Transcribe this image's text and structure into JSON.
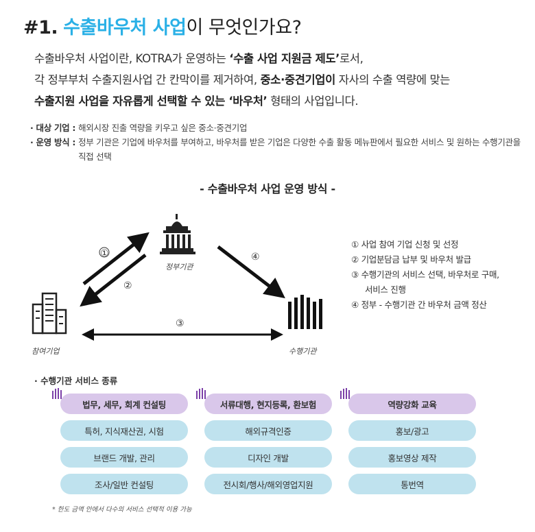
{
  "title": {
    "number": "#1.",
    "accent": "수출바우처 사업",
    "rest": "이 무엇인가요?"
  },
  "intro": {
    "line1_a": "수출바우처 사업이란, KOTRA가 운영하는 ",
    "line1_b": "‘수출 사업 지원금 제도’",
    "line1_c": "로서,",
    "line2_a": "각 정부부처 수출지원사업 간 칸막이를 제거하여, ",
    "line2_b": "중소·중견기업이",
    "line2_c": " 자사의 수출 역량에 맞는",
    "line3_a": "수출지원 사업을 자유롭게 선택할 수 있는 ‘바우처’",
    "line3_b": " 형태의 사업입니다."
  },
  "bullets": [
    {
      "label": "· 대상 기업 :",
      "text": "해외시장 진출 역량을 키우고 싶은 중소·중견기업"
    },
    {
      "label": "· 운영 방식 :",
      "text": "정부 기관은 기업에 바우처를 부여하고, 바우처를 받은 기업은 다양한 수출 활동 메뉴판에서 필요한 서비스 및 원하는 수행기관을 직접 선택"
    }
  ],
  "diagram": {
    "title": "- 수출바우처 사업 운영 방식 -",
    "nodes": {
      "government": "정부기관",
      "company": "참여기업",
      "agency": "수행기관"
    },
    "arrow_labels": [
      "①",
      "②",
      "③",
      "④"
    ],
    "steps": [
      "① 사업 참여 기업 신청 및 선정",
      "② 기업분담금 납부 및 바우처 발급",
      "③ 수행기관의 서비스 선택, 바우처로 구매,",
      "서비스 진행",
      "④ 정부 - 수행기관 간 바우처 금액 정산"
    ]
  },
  "services": {
    "title": "· 수행기관 서비스 종류",
    "columns": [
      {
        "head": "법무, 세무, 회계 컨설팅",
        "items": [
          "특허, 지식재산권, 시험",
          "브랜드 개발, 관리",
          "조사/일반 컨설팅"
        ]
      },
      {
        "head": "서류대행, 현지등록, 환보험",
        "items": [
          "해외규격인증",
          "디자인 개발",
          "전시회/행사/해외영업지원"
        ]
      },
      {
        "head": "역량강화 교육",
        "items": [
          "홍보/광고",
          "홍보영상 제작",
          "통번역"
        ]
      }
    ],
    "footnote": "* 한도 금액 안에서 다수의 서비스 선택적 이용 가능"
  },
  "colors": {
    "accent": "#2ab0e6",
    "head_pill": "#d9c7ea",
    "item_pill": "#bfe2ee",
    "brand_icon": "#7b3fa8"
  }
}
